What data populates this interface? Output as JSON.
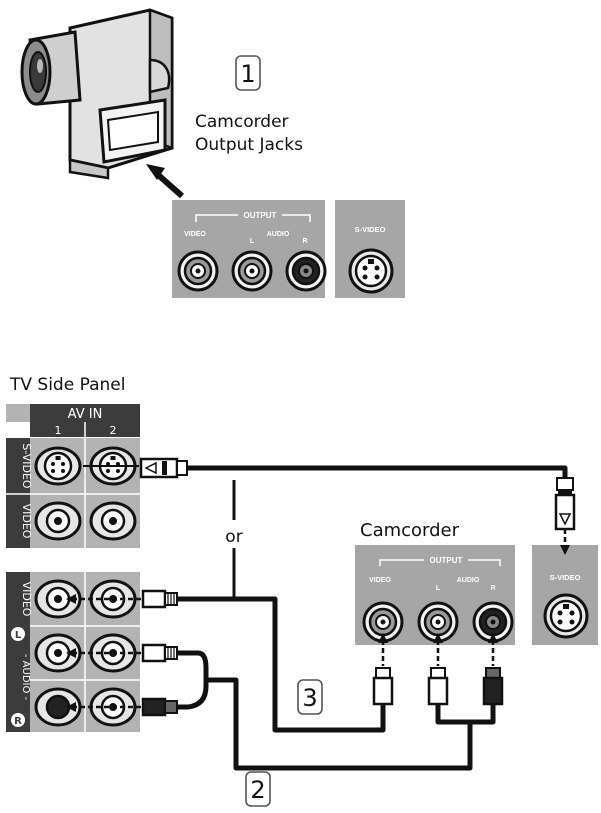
{
  "step_1": "1",
  "step_2": "2",
  "step_3": "3",
  "camcorder_output_jacks_label_line1": "Camcorder",
  "camcorder_output_jacks_label_line2": "Output Jacks",
  "top_panel": {
    "output_label": "OUTPUT",
    "video_label": "VIDEO",
    "audio_label": "AUDIO",
    "l_label": "L",
    "r_label": "R",
    "s_video_label": "S-VIDEO"
  },
  "tv_side_panel_label": "TV Side Panel",
  "tv_panel": {
    "av_in_label": "AV IN",
    "col_1": "1",
    "col_2": "2",
    "s_video_label": "S-VIDEO",
    "video_label": "VIDEO",
    "video_label_lower": "VIDEO",
    "l_badge": "L",
    "audio_label": "- AUDIO -",
    "r_badge": "R"
  },
  "or_label": "or",
  "camcorder_label": "Camcorder",
  "camcorder_panel": {
    "output_label": "OUTPUT",
    "video_label": "VIDEO",
    "audio_label": "AUDIO",
    "l_label": "L",
    "r_label": "R",
    "s_video_label": "S-VIDEO"
  },
  "colors": {
    "panel_gray": "#a6a6a6",
    "cable": "#111111",
    "background": "#ffffff"
  }
}
